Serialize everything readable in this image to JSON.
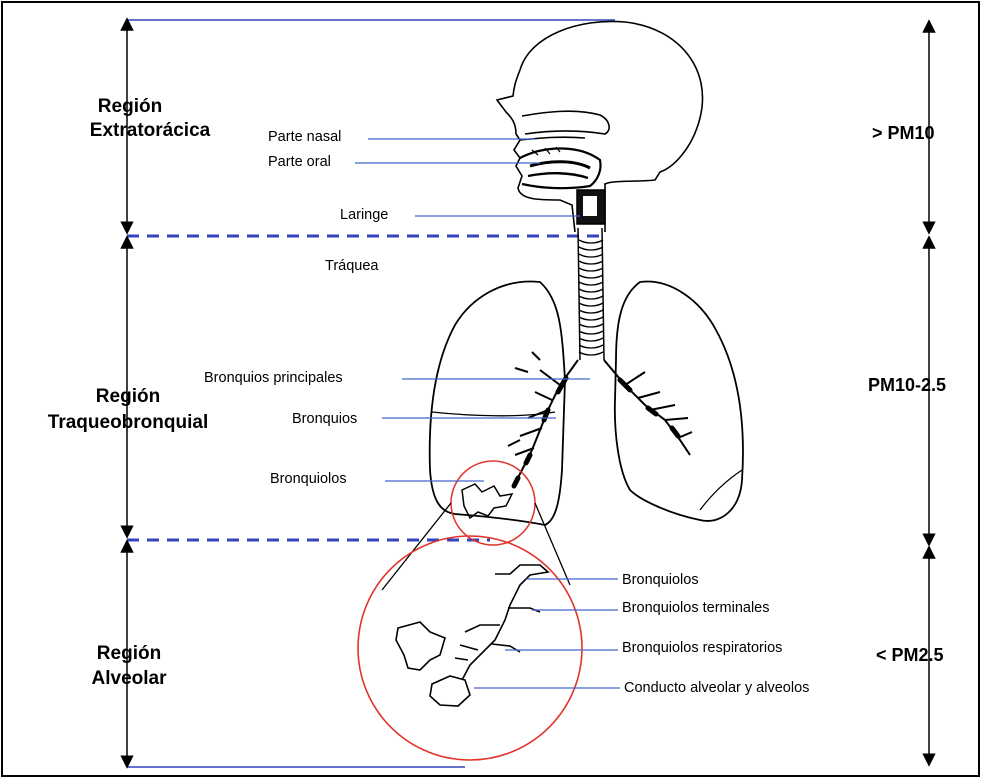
{
  "regions": {
    "extratoracica": {
      "line1": "Región",
      "line2": "Extratorácica"
    },
    "traqueobronquial": {
      "line1": "Región",
      "line2": "Traqueobronquial"
    },
    "alveolar": {
      "line1": "Región",
      "line2": "Alveolar"
    }
  },
  "particle_sizes": {
    "top": "> PM10",
    "middle": "PM10-2.5",
    "bottom": "< PM2.5"
  },
  "anatomy_labels": {
    "parte_nasal": "Parte nasal",
    "parte_oral": "Parte oral",
    "laringe": "Laringe",
    "traquea": "Tráquea",
    "bronquios_principales": "Bronquios principales",
    "bronquios": "Bronquios",
    "bronquiolos": "Bronquiolos"
  },
  "zoom_labels": {
    "bronquiolos": "Bronquiolos",
    "bronquiolos_terminales": "Bronquiolos terminales",
    "bronquiolos_respiratorios": "Bronquiolos respiratorios",
    "conducto_alveolar": "Conducto alveolar y alveolos"
  },
  "colors": {
    "boundary_dashes": "#3344bb",
    "leader_lines": "#4466cc",
    "zoom_circle": "#e0342c",
    "outline": "#000000"
  }
}
